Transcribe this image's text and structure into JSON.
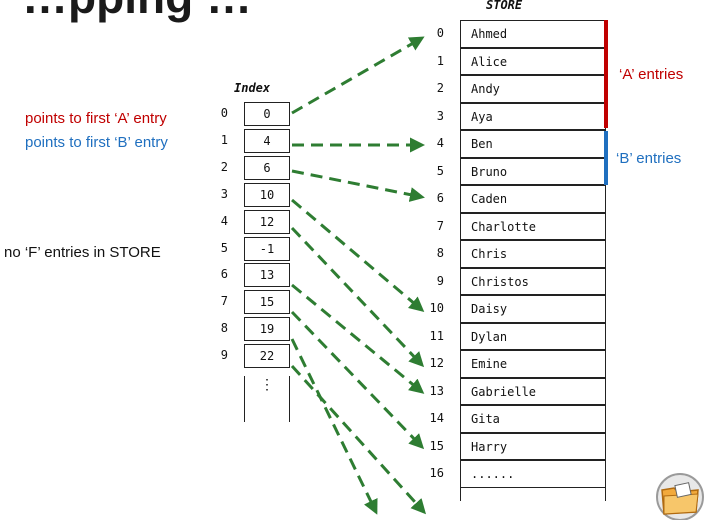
{
  "title": "…pping …",
  "index": {
    "header": "Index",
    "rows": [
      {
        "pos": "0",
        "value": "0"
      },
      {
        "pos": "1",
        "value": "4"
      },
      {
        "pos": "2",
        "value": "6"
      },
      {
        "pos": "3",
        "value": "10"
      },
      {
        "pos": "4",
        "value": "12"
      },
      {
        "pos": "5",
        "value": "-1"
      },
      {
        "pos": "6",
        "value": "13"
      },
      {
        "pos": "7",
        "value": "15"
      },
      {
        "pos": "8",
        "value": "19"
      },
      {
        "pos": "9",
        "value": "22"
      }
    ],
    "continuation": "⋮"
  },
  "store": {
    "header": "STORE",
    "rows": [
      {
        "pos": "0",
        "name": "Ahmed"
      },
      {
        "pos": "1",
        "name": "Alice"
      },
      {
        "pos": "2",
        "name": "Andy"
      },
      {
        "pos": "3",
        "name": "Aya"
      },
      {
        "pos": "4",
        "name": "Ben"
      },
      {
        "pos": "5",
        "name": "Bruno"
      },
      {
        "pos": "6",
        "name": "Caden"
      },
      {
        "pos": "7",
        "name": "Charlotte"
      },
      {
        "pos": "8",
        "name": "Chris"
      },
      {
        "pos": "9",
        "name": "Christos"
      },
      {
        "pos": "10",
        "name": "Daisy"
      },
      {
        "pos": "11",
        "name": "Dylan"
      },
      {
        "pos": "12",
        "name": "Emine"
      },
      {
        "pos": "13",
        "name": "Gabrielle"
      },
      {
        "pos": "14",
        "name": "Gita"
      },
      {
        "pos": "15",
        "name": "Harry"
      },
      {
        "pos": "16",
        "name": "......"
      }
    ]
  },
  "annotations": {
    "first_a": "points to first ‘A’ entry",
    "first_b": "points to first ‘B’ entry",
    "no_f": "no ‘F’ entries in STORE",
    "a_entries": "‘A’ entries",
    "b_entries": "‘B’ entries"
  },
  "colors": {
    "red": "#c00000",
    "blue": "#1f6fbf",
    "arrow_green": "#2e7d32"
  }
}
